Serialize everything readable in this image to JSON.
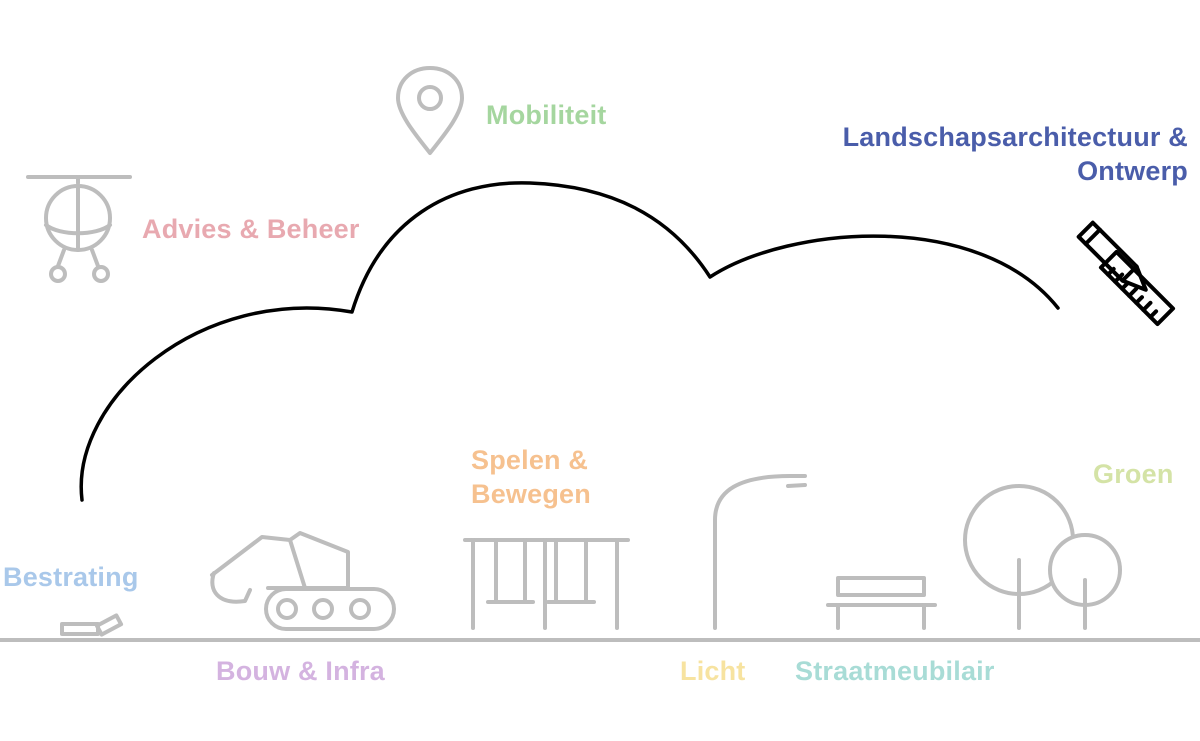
{
  "colors": {
    "icon_stroke": "#bdbdbd",
    "cloud_stroke": "#000000",
    "ground": "#bdbdbd"
  },
  "categories": {
    "mobiliteit": {
      "label": "Mobiliteit",
      "color": "#a5d69f",
      "icon": "map-pin-icon"
    },
    "landschap": {
      "line1": "Landschapsarchitectuur &",
      "line2": "Ontwerp",
      "color": "#4a5daa",
      "icon": "pencil-ruler-icon"
    },
    "advies": {
      "label": "Advies & Beheer",
      "color": "#e8a9b0",
      "icon": "helicopter-icon"
    },
    "spelen": {
      "line1": "Spelen &",
      "line2": "Bewegen",
      "color": "#f6c18f",
      "icon": "swing-set-icon"
    },
    "groen": {
      "label": "Groen",
      "color": "#d4e3a6",
      "icon": "trees-icon"
    },
    "bestrating": {
      "label": "Bestrating",
      "color": "#a9c8ea",
      "icon": "paving-stones-icon"
    },
    "bouw": {
      "label": "Bouw & Infra",
      "color": "#d4b3e0",
      "icon": "excavator-icon"
    },
    "licht": {
      "label": "Licht",
      "color": "#f7e3a0",
      "icon": "street-lamp-icon"
    },
    "straatmeubilair": {
      "label": "Straatmeubilair",
      "color": "#a8dcd6",
      "icon": "bench-icon"
    }
  }
}
